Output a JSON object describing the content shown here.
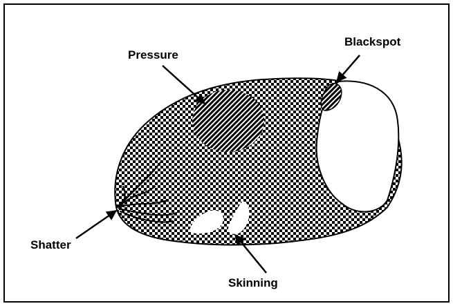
{
  "labels": {
    "pressure": "Pressure",
    "blackspot": "Blackspot",
    "shatter": "Shatter",
    "skinning": "Skinning"
  },
  "colors": {
    "outline": "#000000",
    "background": "#ffffff",
    "stipple": "#000000",
    "flesh": "#ffffff"
  }
}
